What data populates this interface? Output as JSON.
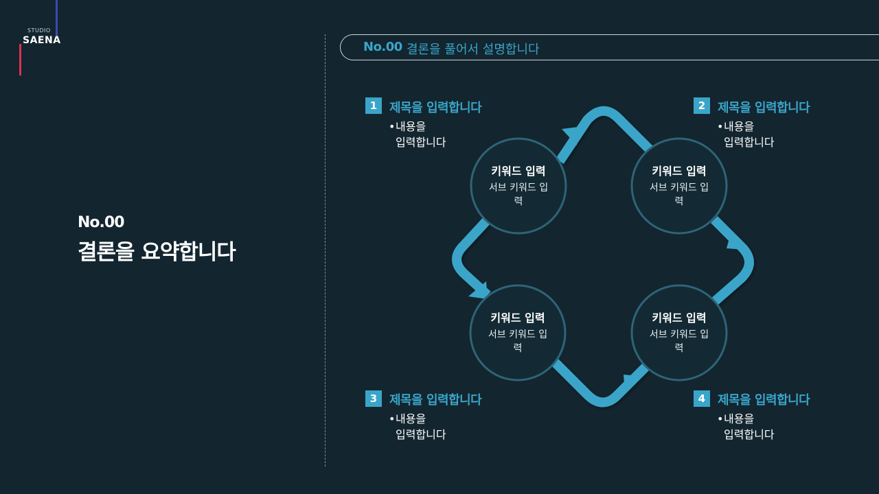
{
  "logo": {
    "studio": "STUDIO",
    "name": "SAENA"
  },
  "left": {
    "number": "No.00",
    "title": "결론을 요약합니다"
  },
  "header": {
    "number": "No.00",
    "text": "결론을 풀어서 설명합니다"
  },
  "nodes": [
    {
      "keyword": "키워드 입력",
      "sub": "서브 키워드 입력"
    },
    {
      "keyword": "키워드 입력",
      "sub": "서브 키워드 입력"
    },
    {
      "keyword": "키워드 입력",
      "sub": "서브 키워드 입력"
    },
    {
      "keyword": "키워드 입력",
      "sub": "서브 키워드 입력"
    }
  ],
  "items": [
    {
      "number": "1",
      "title": "제목을 입력합니다",
      "line1": "내용을",
      "line2": "입력합니다"
    },
    {
      "number": "2",
      "title": "제목을 입력합니다",
      "line1": "내용을",
      "line2": "입력합니다"
    },
    {
      "number": "3",
      "title": "제목을 입력합니다",
      "line1": "내용을",
      "line2": "입력합니다"
    },
    {
      "number": "4",
      "title": "제목을 입력합니다",
      "line1": "내용을",
      "line2": "입력합니다"
    }
  ],
  "colors": {
    "background": "#13252f",
    "accent": "#3aa5c9",
    "circle_fill": "#132a34",
    "circle_stroke": "#2f6478"
  }
}
